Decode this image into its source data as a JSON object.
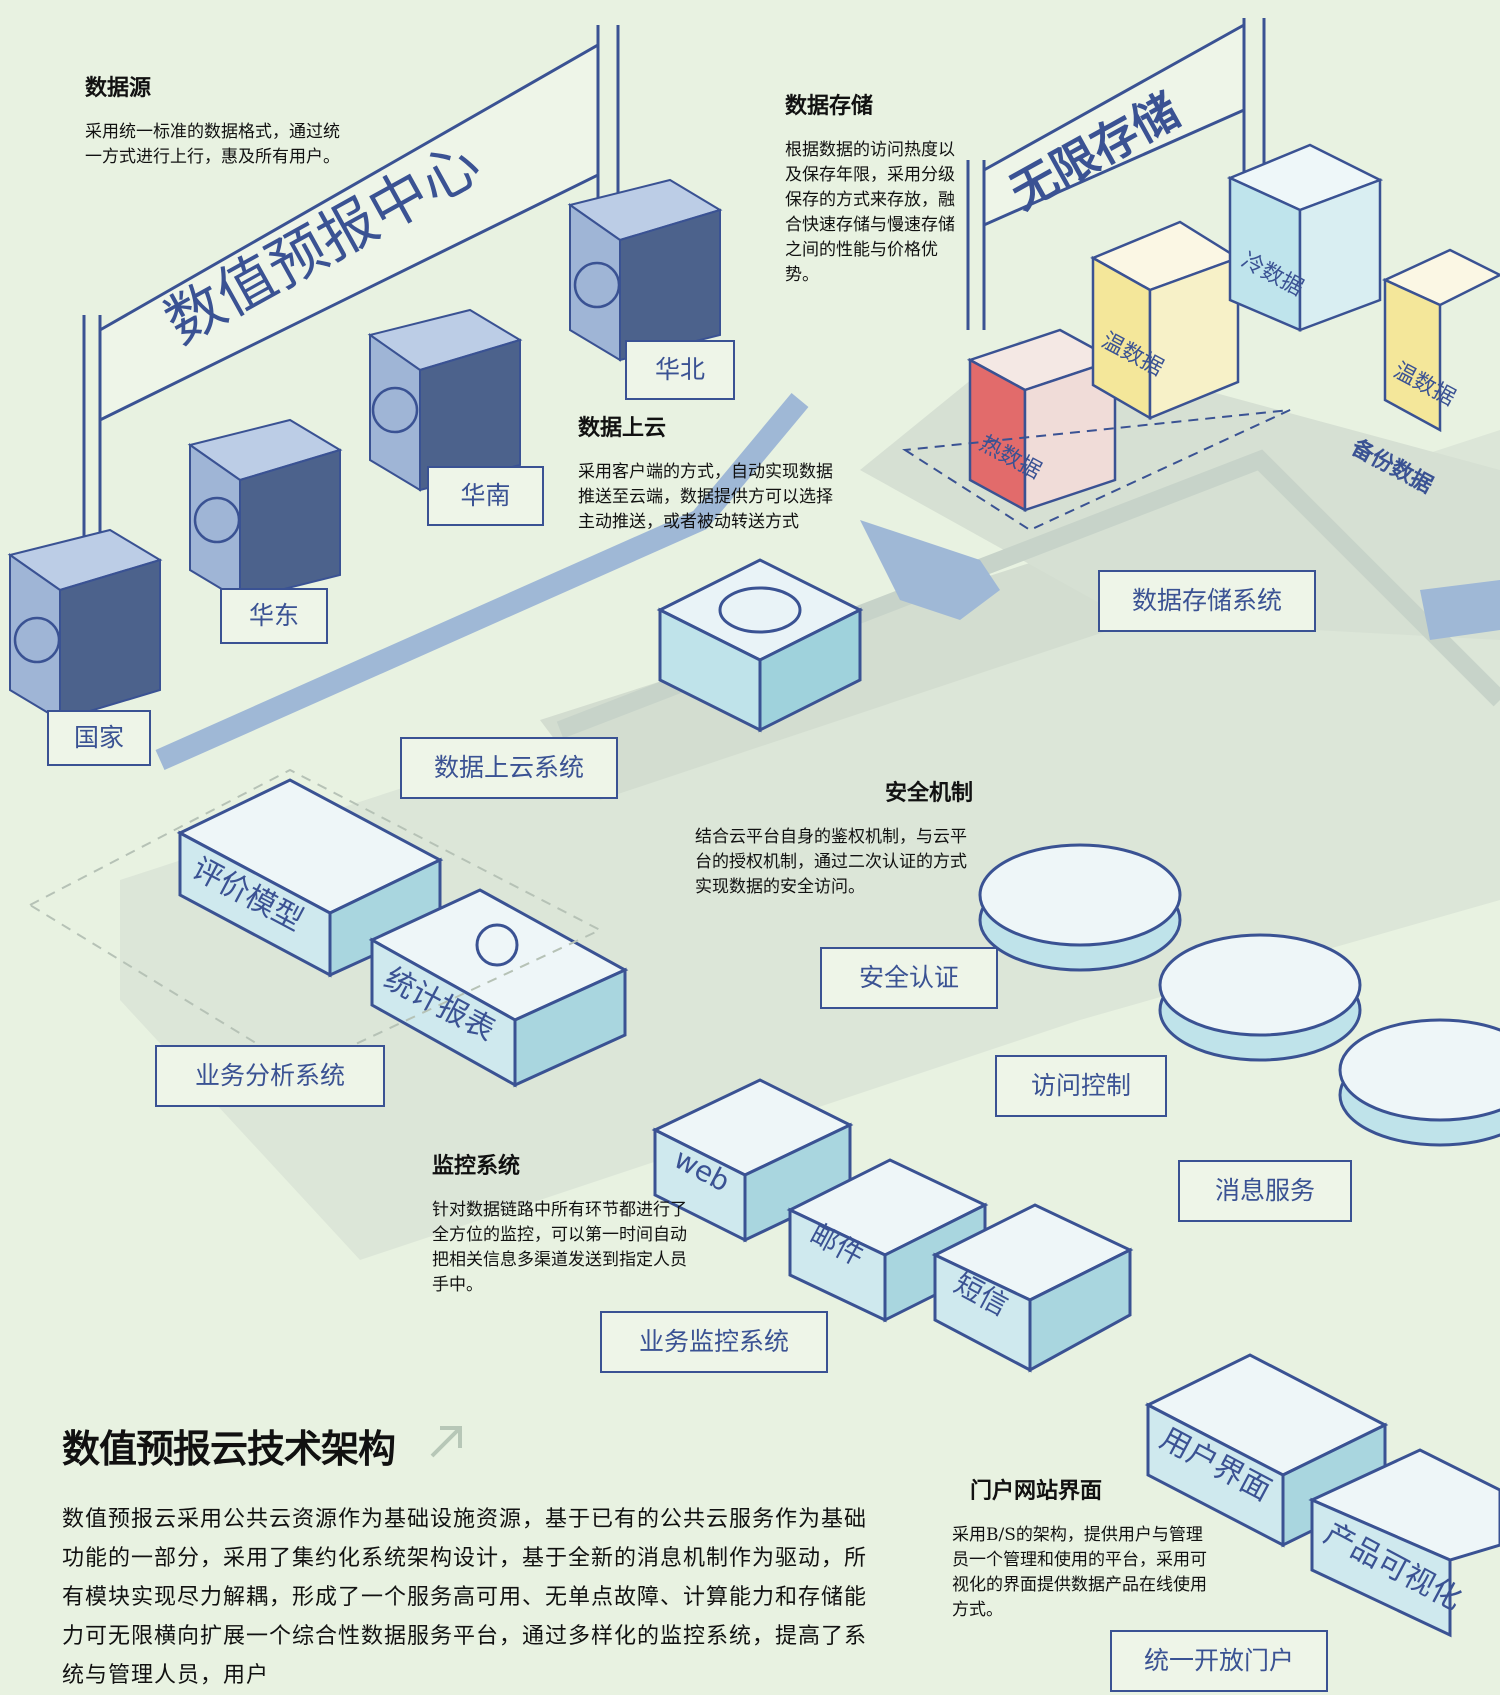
{
  "banners": {
    "center": "数值预报中心",
    "storage": "无限存储"
  },
  "data_source": {
    "heading": "数据源",
    "description": "采用统一标准的数据格式，通过统一方式进行上行，惠及所有用户。",
    "servers": [
      "国家",
      "华东",
      "华南",
      "华北"
    ]
  },
  "data_storage": {
    "heading": "数据存储",
    "description": "根据数据的访问热度以及保存年限，采用分级保存的方式来存放，融合快速存储与慢速存储之间的性能与价格优势。",
    "tiers": [
      "热数据",
      "温数据",
      "冷数据",
      "温数据"
    ],
    "backup": "备份数据",
    "system": "数据存储系统"
  },
  "data_upload": {
    "heading": "数据上云",
    "description": "采用客户端的方式，自动实现数据推送至云端，数据提供方可以选择主动推送，或者被动转送方式",
    "system": "数据上云系统"
  },
  "analysis": {
    "modules": [
      "评价模型",
      "统计报表"
    ],
    "system": "业务分析系统"
  },
  "security": {
    "heading": "安全机制",
    "description": "结合云平台自身的鉴权机制，与云平台的授权机制，通过二次认证的方式实现数据的安全访问。",
    "labels": [
      "安全认证",
      "访问控制",
      "消息服务"
    ]
  },
  "monitoring": {
    "heading": "监控系统",
    "description": "针对数据链路中所有环节都进行了全方位的监控，可以第一时间自动把相关信息多渠道发送到指定人员手中。",
    "channels": [
      "web",
      "邮件",
      "短信"
    ],
    "system": "业务监控系统"
  },
  "portal": {
    "heading": "门户网站界面",
    "description": "采用B/S的架构，提供用户与管理员一个管理和使用的平台，采用可视化的界面提供数据产品在线使用方式。",
    "modules": [
      "用户界面",
      "产品可视化"
    ],
    "system": "统一开放门户"
  },
  "article": {
    "title": "数值预报云技术架构",
    "body": "数值预报云采用公共云资源作为基础设施资源，基于已有的公共云服务作为基础功能的一部分，采用了集约化系统架构设计，基于全新的消息机制作为驱动，所有模块实现尽力解耦，形成了一个服务高可用、无单点故障、计算能力和存储能力可无限横向扩展一个综合性数据服务平台，通过多样化的监控系统，提高了系统与管理人员，用户"
  }
}
